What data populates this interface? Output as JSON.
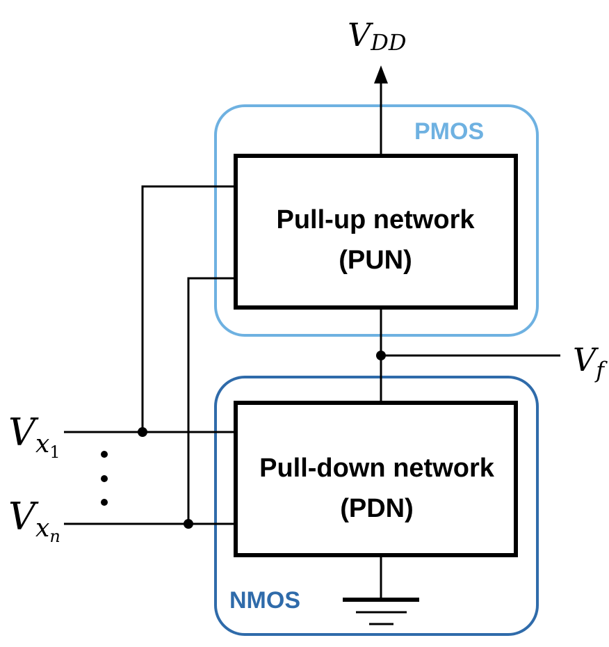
{
  "pmos_group": {
    "label": "PMOS",
    "color": "#6EB1E1"
  },
  "nmos_group": {
    "label": "NMOS",
    "color": "#2F6BAA"
  },
  "pun_block": {
    "line1": "Pull-up network",
    "line2": "(PUN)"
  },
  "pdn_block": {
    "line1": "Pull-down network",
    "line2": "(PDN)"
  },
  "supply": {
    "symbol": "V",
    "subscript": "DD"
  },
  "output": {
    "symbol": "V",
    "subscript": "f"
  },
  "inputs": [
    {
      "symbol": "V",
      "subscript": "x",
      "subsubscript": "1"
    },
    {
      "symbol": "V",
      "subscript": "x",
      "subsubscript": "n"
    }
  ],
  "ellipsis_dots": 3,
  "ground_icon": "ground-symbol-icon"
}
